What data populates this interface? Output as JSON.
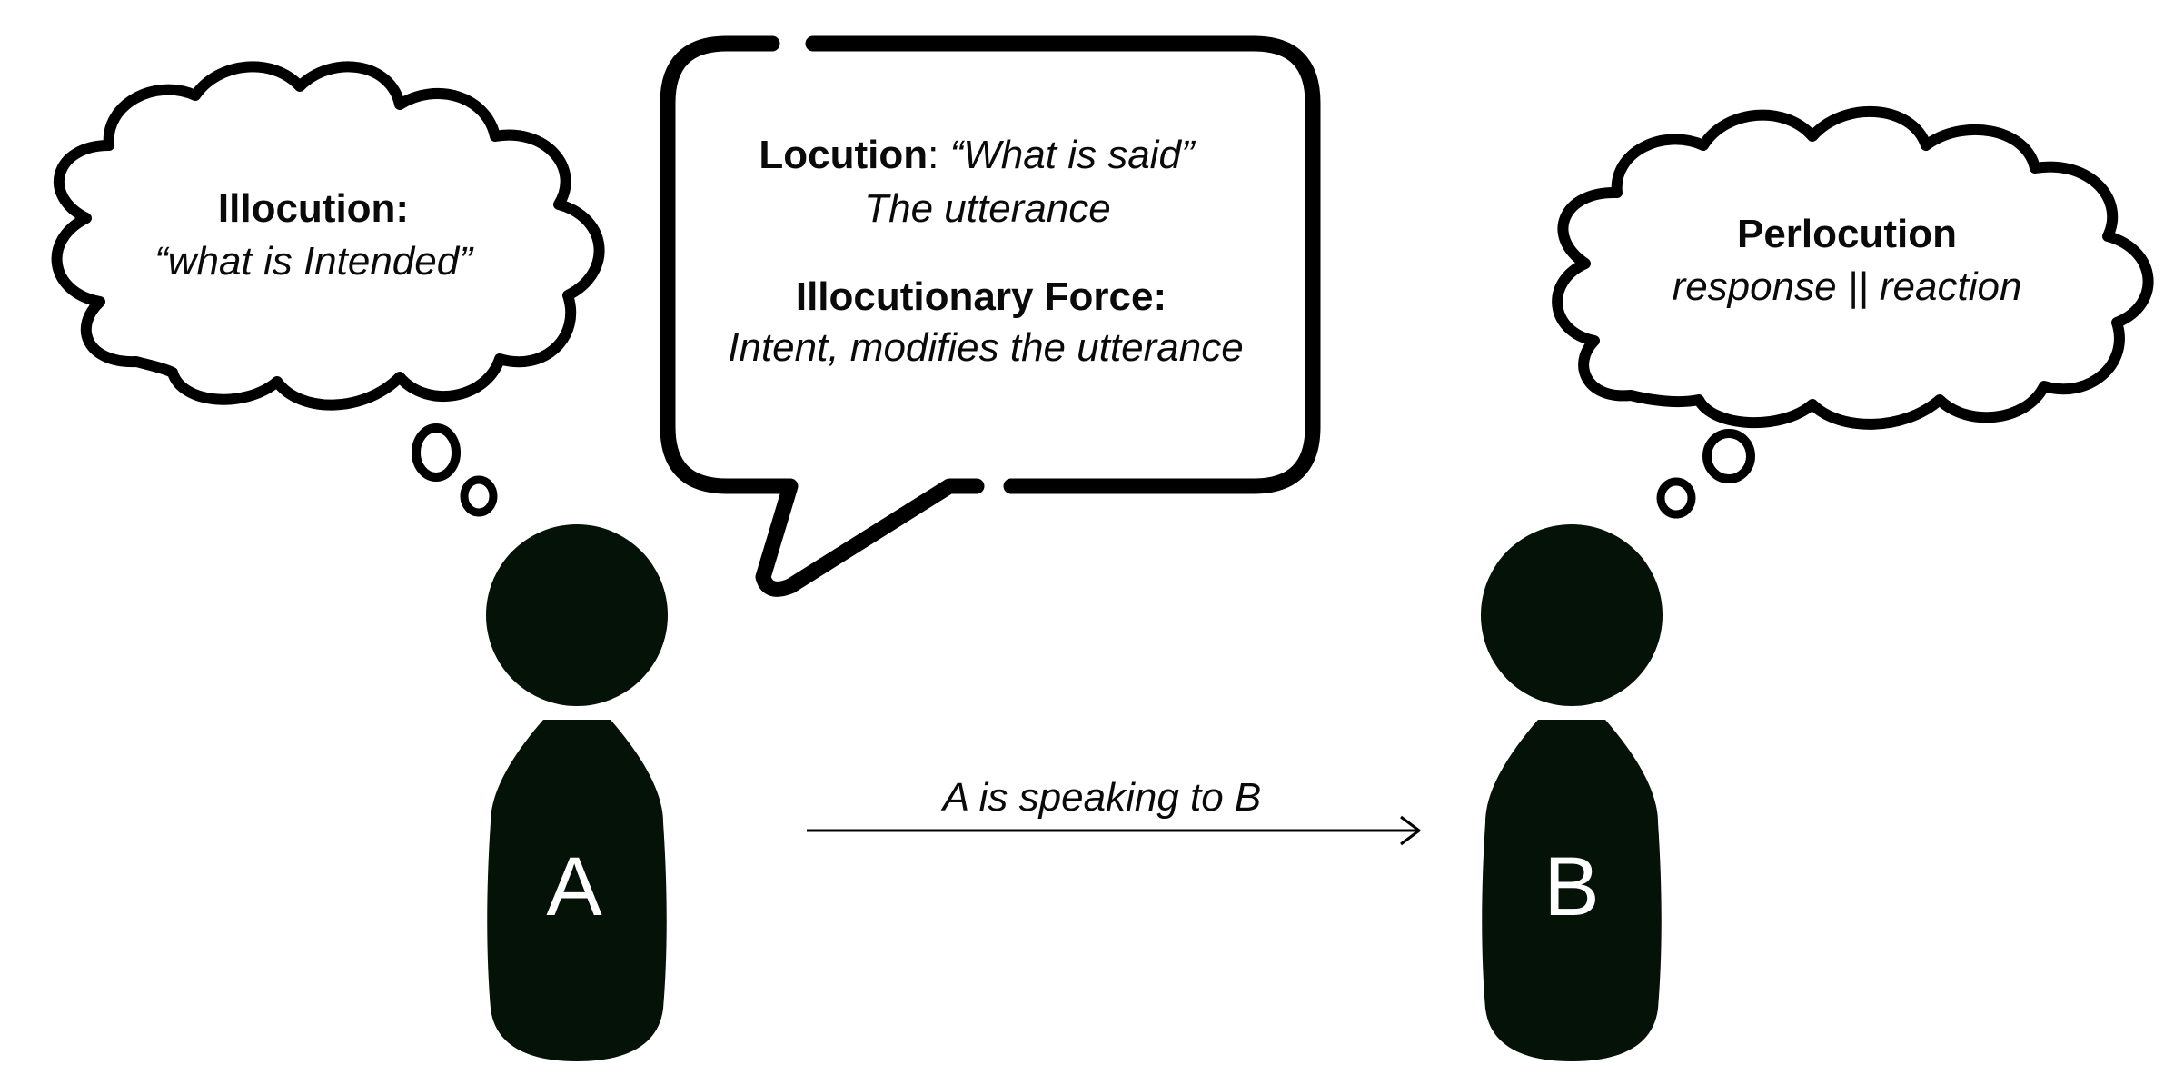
{
  "illocution": {
    "title": "Illocution:",
    "quote": "“what is Intended”"
  },
  "speech_bubble": {
    "locution_label": "Locution",
    "locution_colon": ":",
    "locution_quote": "“What is said”",
    "locution_desc": "The utterance",
    "force_label": "Illocutionary Force:",
    "force_desc": "Intent, modifies the utterance"
  },
  "perlocution": {
    "title": "Perlocution",
    "desc": "response || reaction"
  },
  "arrow": {
    "label": "A is speaking to B"
  },
  "persons": {
    "a": {
      "label": "A"
    },
    "b": {
      "label": "B"
    }
  },
  "colors": {
    "figure": "#041208",
    "outline": "#000000",
    "background": "#ffffff"
  }
}
